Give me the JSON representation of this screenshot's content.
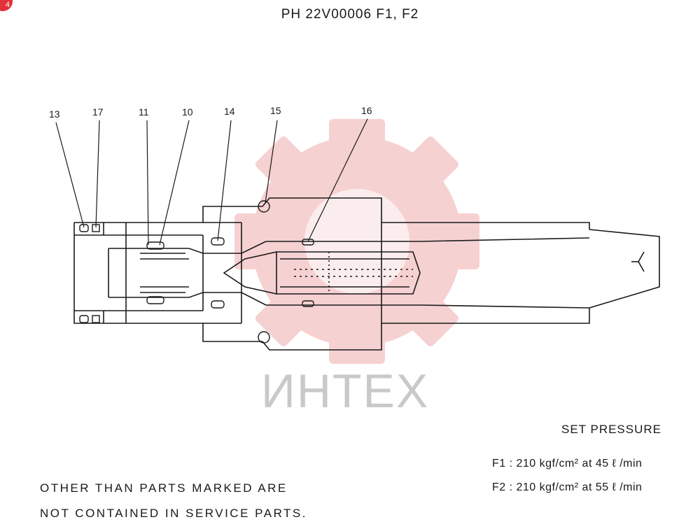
{
  "badge": {
    "label": "4"
  },
  "title": "PH 22V00006 F1, F2",
  "callouts": [
    "13",
    "17",
    "11",
    "10",
    "14",
    "15",
    "16"
  ],
  "watermark": {
    "text": "ИНТЕХ",
    "color": "#c9c9c9",
    "gear_color": "#f5c9c9"
  },
  "set_pressure": {
    "heading": "SET PRESSURE",
    "f1": "F1 : 210 kgf/cm² at 45 ℓ /min",
    "f2": "F2 : 210 kgf/cm² at 55 ℓ /min"
  },
  "note": {
    "line1": "OTHER THAN PARTS MARKED ARE",
    "line2": "NOT CONTAINED IN SERVICE PARTS."
  }
}
